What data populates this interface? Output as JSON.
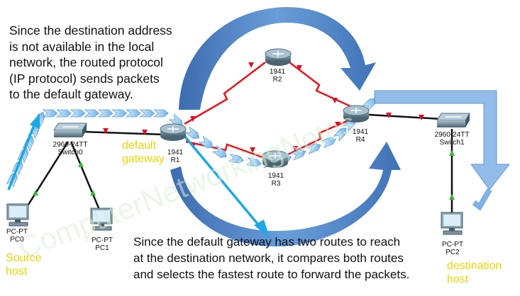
{
  "notes": {
    "top": "Since the destination address\nis not available in the local\nnetwork, the routed protocol\n(IP protocol) sends packets\nto the default gateway.",
    "bottom": "Since the default gateway has two routes to reach\nat the destination network, it compares both routes\nand selects the fastest route to forward the packets."
  },
  "labels": {
    "default_gateway": "default\ngateway",
    "source_host": "Source\nhost",
    "destination_host": "destination\nhost"
  },
  "devices": {
    "r1": {
      "model": "1941",
      "name": "R1"
    },
    "r2": {
      "model": "1941",
      "name": "R2"
    },
    "r3": {
      "model": "1941",
      "name": "R3"
    },
    "r4": {
      "model": "1941",
      "name": "R4"
    },
    "switch0": {
      "model": "2960-24TT",
      "name": "Switch0"
    },
    "switch1": {
      "model": "2960-24TT",
      "name": "Switch1"
    },
    "pc0": {
      "model": "PC-PT",
      "name": "PC0"
    },
    "pc1": {
      "model": "PC-PT",
      "name": "PC1"
    },
    "pc2": {
      "model": "PC-PT",
      "name": "PC2"
    }
  },
  "watermark": "ComputerNetworkingNotes",
  "colors": {
    "lan_link": "#111111",
    "wan_link": "#e8141b",
    "link_down_marker": "#d8122a",
    "link_up_marker": "#3cb43c",
    "packet_arrow": "#8fc6ee",
    "big_arrow": "#3f7cc8",
    "pointer_arrow": "#1ea7e6",
    "label_yellow": "#e8d400"
  }
}
